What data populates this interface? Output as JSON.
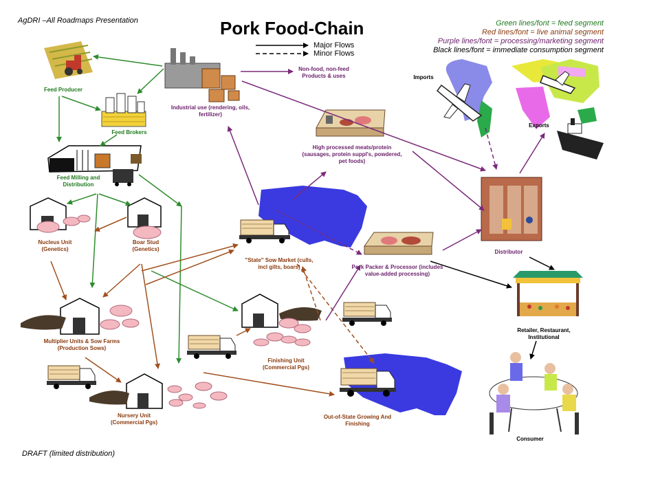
{
  "header": {
    "top_left": "AgDRI –All Roadmaps Presentation",
    "title": "Pork Food-Chain",
    "footer": "DRAFT  (limited distribution)"
  },
  "legend": {
    "major": "Major Flows",
    "minor": "Minor Flows"
  },
  "color_key": [
    {
      "text": "Green lines/font = feed segment",
      "color": "#1f7a1f"
    },
    {
      "text": "Red lines/font = live animal segment",
      "color": "#8a3a0e"
    },
    {
      "text": "Purple lines/font = processing/marketing segment",
      "color": "#6a1f6a"
    },
    {
      "text": "Black lines/font = immediate consumption segment",
      "color": "#000000"
    }
  ],
  "nodes": {
    "feed_producer": "Feed Producer",
    "feed_brokers": "Feed Brokers",
    "feed_milling": "Feed Milling and Distribution",
    "industrial_use": "Industrial use (rendering, oils, fertilizer)",
    "non_food": "Non-food, non-feed Products & uses",
    "high_processed": "High processed meats/protein (sausages, protein suppl's, powdered, pet foods)",
    "imports": "Imports",
    "exports": "Exports",
    "nucleus_unit": "Nucleus Unit (Genetics)",
    "boar_stud": "Boar Stud (Genetics)",
    "sow_market": "\"State\" Sow Market (culls, incl gilts, boars)",
    "pork_packer": "Pork Packer & Processor (includes value-added processing)",
    "distributor": "Distributor",
    "retailer": "Retailer, Restaurant, Institutional",
    "multiplier": "Multiplier Units & Sow Farms (Production Sows)",
    "finishing_unit": "Finishing Unit (Commercial Pgs)",
    "nursery_unit": "Nursery Unit (Commercial Pgs)",
    "out_of_state": "Out-of-State Growing And Finishing",
    "consumer": "Consumer"
  },
  "colors": {
    "feed": "#2e8b2e",
    "live": "#a0501e",
    "processing": "#7a2a7a",
    "consumption": "#000000"
  },
  "icons": [
    "tractor-icon",
    "grain-elevator-icon",
    "feed-mill-icon",
    "factory-icon",
    "meat-tray-icon",
    "world-map-icon",
    "airplane-icon",
    "ship-icon",
    "us-map-icon",
    "truck-icon",
    "barn-icon",
    "pig-icon",
    "warehouse-icon",
    "market-stall-icon",
    "dining-table-icon"
  ]
}
